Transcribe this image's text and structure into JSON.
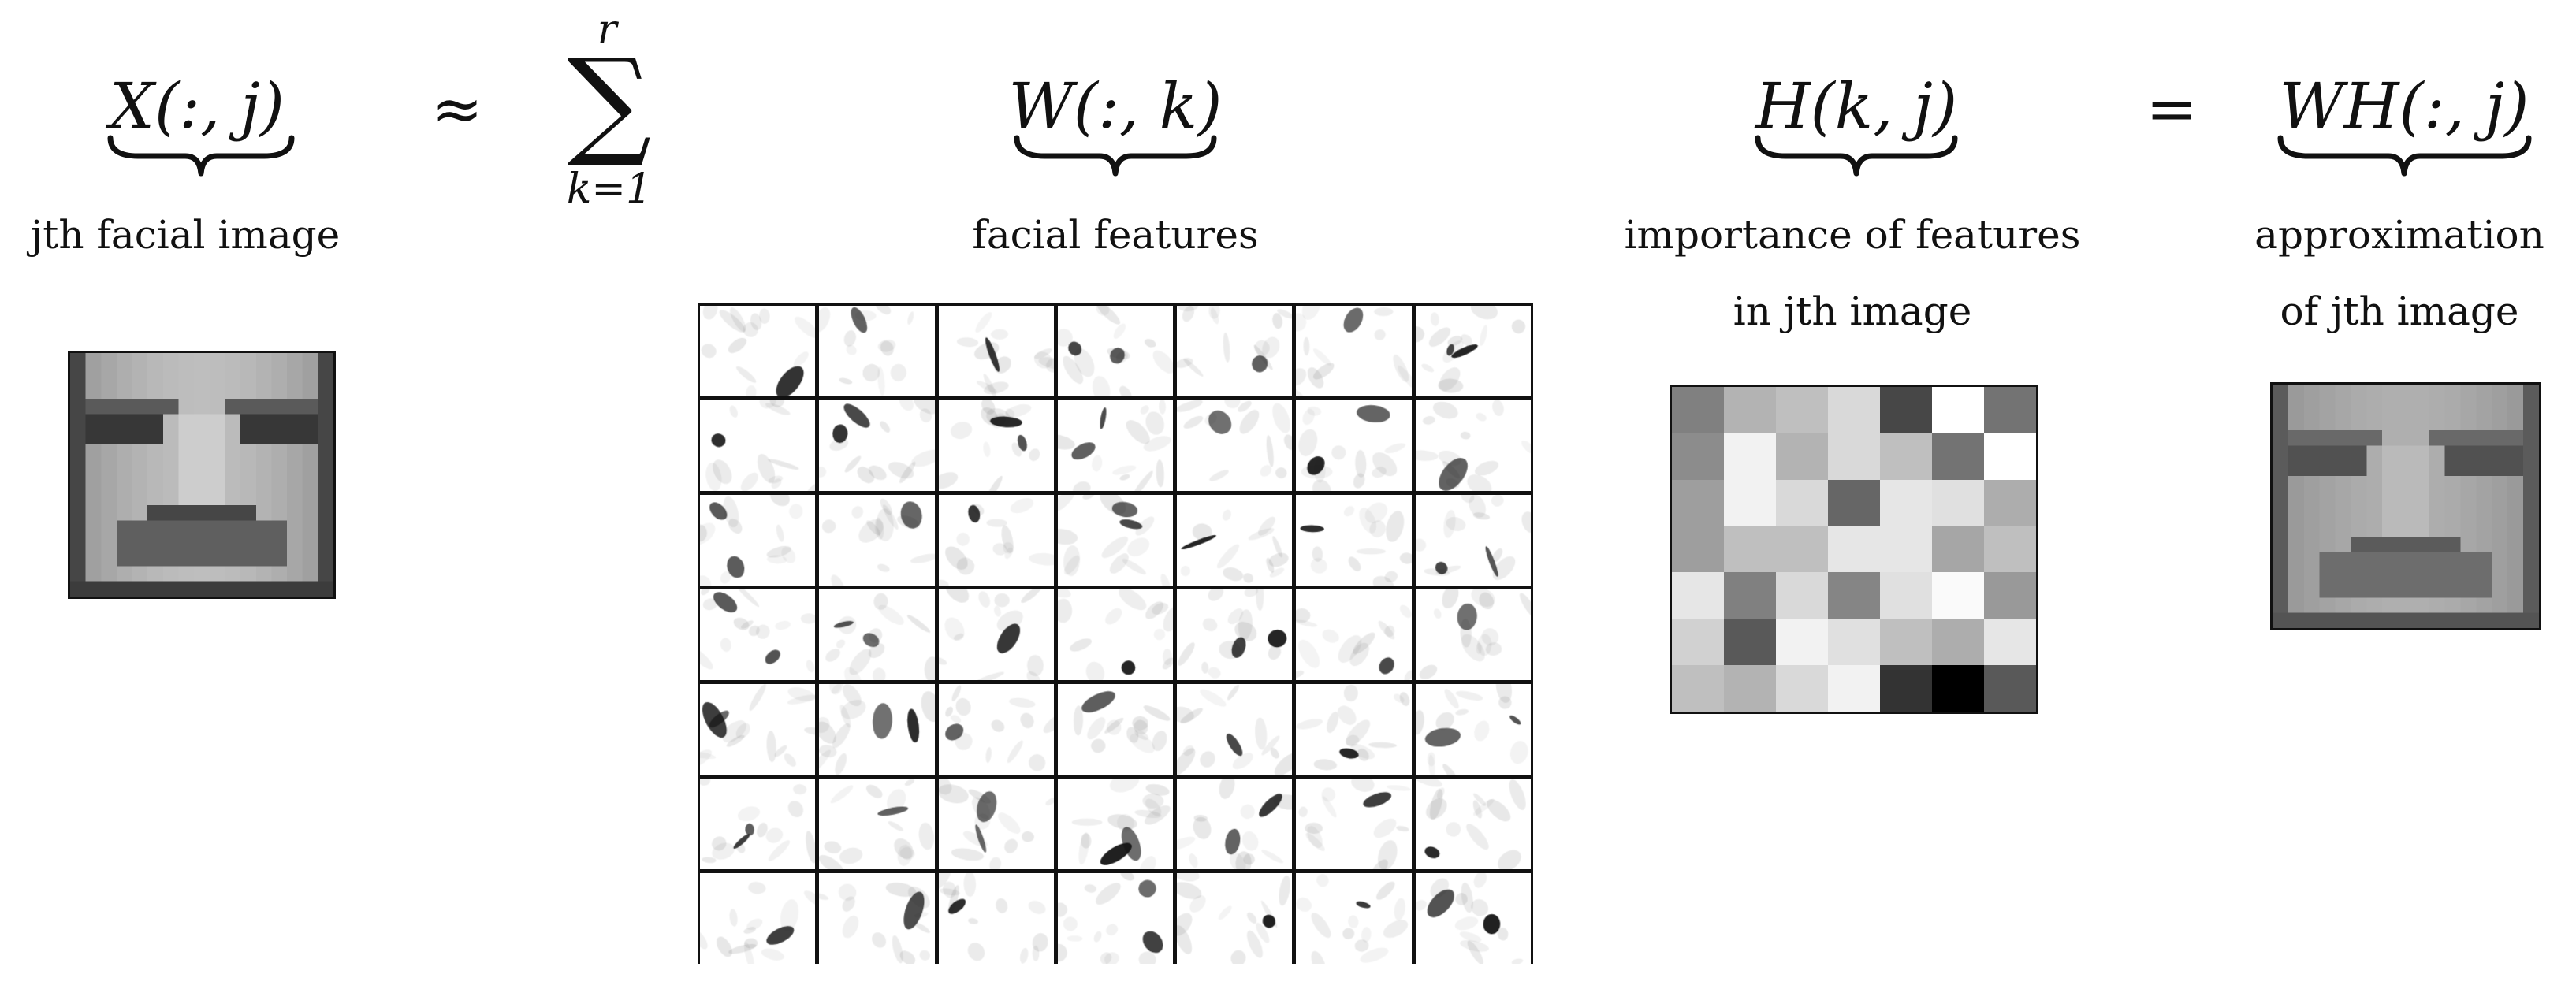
{
  "terms": {
    "x": {
      "symbol": "X(:, j)",
      "label": "jth facial image"
    },
    "approx_sign": "≈",
    "sum": {
      "symbol": "∑",
      "upper": "r",
      "lower": "k=1"
    },
    "w": {
      "symbol": "W(:, k)",
      "label": "facial features"
    },
    "h": {
      "symbol": "H(k, j)",
      "label_line1": "importance of features",
      "label_line2": "in jth image"
    },
    "equals_sign": "=",
    "wh": {
      "symbol": "WH(:, j)",
      "label_line1": "approximation",
      "label_line2": "of jth image"
    }
  },
  "h_matrix": [
    [
      0.5,
      0.3,
      0.25,
      0.15,
      0.72,
      0.0,
      0.55
    ],
    [
      0.45,
      0.05,
      0.3,
      0.15,
      0.25,
      0.55,
      0.0
    ],
    [
      0.38,
      0.05,
      0.15,
      0.6,
      0.1,
      0.12,
      0.32
    ],
    [
      0.38,
      0.25,
      0.25,
      0.1,
      0.1,
      0.35,
      0.25
    ],
    [
      0.1,
      0.5,
      0.15,
      0.48,
      0.12,
      0.02,
      0.4
    ],
    [
      0.18,
      0.65,
      0.05,
      0.12,
      0.25,
      0.32,
      0.1
    ],
    [
      0.25,
      0.3,
      0.15,
      0.05,
      0.8,
      1.0,
      0.65
    ]
  ]
}
